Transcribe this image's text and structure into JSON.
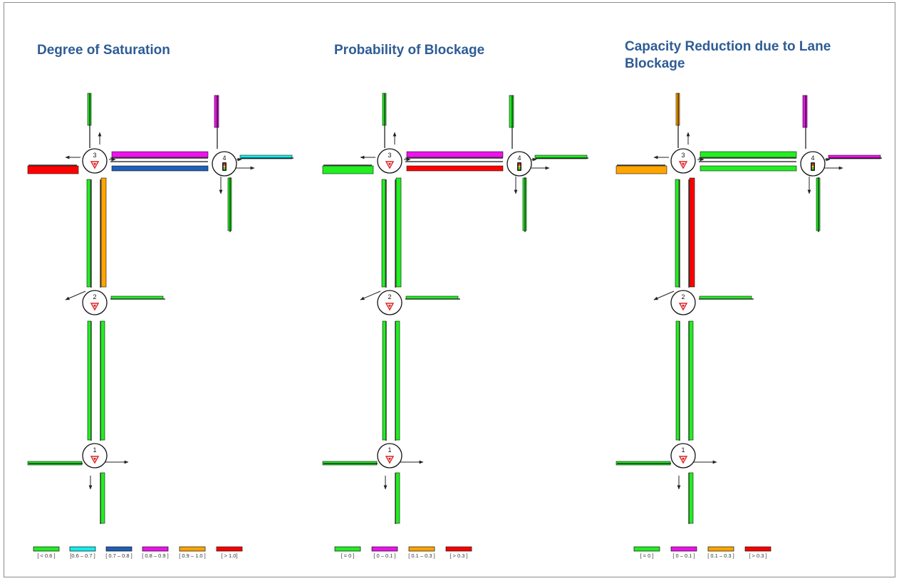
{
  "colors": {
    "green": "#22ee22",
    "cyan": "#11eeee",
    "blue": "#1f5fb8",
    "magenta": "#ee11ee",
    "orange": "#ffa500",
    "red": "#ff0000"
  },
  "panels": [
    {
      "title": "Degree of Saturation",
      "node_labels": [
        "1",
        "2",
        "3",
        "4"
      ],
      "link_colors": {
        "north3": "green",
        "west3": "red",
        "east4": "cyan",
        "north4": "magenta",
        "top34": "magenta",
        "bot34": "blue",
        "south4": "green",
        "east2": "green",
        "west1": "green",
        "south1": "green",
        "l32": "green",
        "r32": "orange",
        "l21": "green",
        "r21": "green"
      },
      "legend": [
        {
          "label": "[ < 0.6 ]",
          "color": "green"
        },
        {
          "label": "[0.6 – 0.7 ]",
          "color": "cyan"
        },
        {
          "label": "[ 0.7 – 0.8 ]",
          "color": "blue"
        },
        {
          "label": "[ 0.8 – 0.9 ]",
          "color": "magenta"
        },
        {
          "label": "[ 0.9 – 1.0 ]",
          "color": "orange"
        },
        {
          "label": "[ > 1.0]",
          "color": "red"
        }
      ]
    },
    {
      "title": "Probability of Blockage",
      "node_labels": [
        "1",
        "2",
        "3",
        "4"
      ],
      "link_colors": {
        "north3": "green",
        "west3": "green",
        "east4": "green",
        "north4": "green",
        "top34": "magenta",
        "bot34": "red",
        "south4": "green",
        "east2": "green",
        "west1": "green",
        "south1": "green",
        "l32": "green",
        "r32": "green",
        "l21": "green",
        "r21": "green"
      },
      "legend": [
        {
          "label": "[ = 0 ]",
          "color": "green"
        },
        {
          "label": "[ 0 – 0.1 ]",
          "color": "magenta"
        },
        {
          "label": "[ 0.1 – 0.3 ]",
          "color": "orange"
        },
        {
          "label": "[ > 0.3 ]",
          "color": "red"
        }
      ]
    },
    {
      "title": "Capacity Reduction due to Lane Blockage",
      "node_labels": [
        "1",
        "2",
        "3",
        "4"
      ],
      "link_colors": {
        "north3": "orange",
        "west3": "orange",
        "east4": "magenta",
        "north4": "magenta",
        "top34": "green",
        "bot34": "green",
        "south4": "green",
        "east2": "green",
        "west1": "green",
        "south1": "green",
        "l32": "green",
        "r32": "red",
        "l21": "green",
        "r21": "green"
      },
      "legend": [
        {
          "label": "[ = 0 ]",
          "color": "green"
        },
        {
          "label": "[ 0 – 0.1 ]",
          "color": "magenta"
        },
        {
          "label": "[ 0.1 – 0.3 ]",
          "color": "orange"
        },
        {
          "label": "[ > 0.3 ]",
          "color": "red"
        }
      ]
    }
  ]
}
